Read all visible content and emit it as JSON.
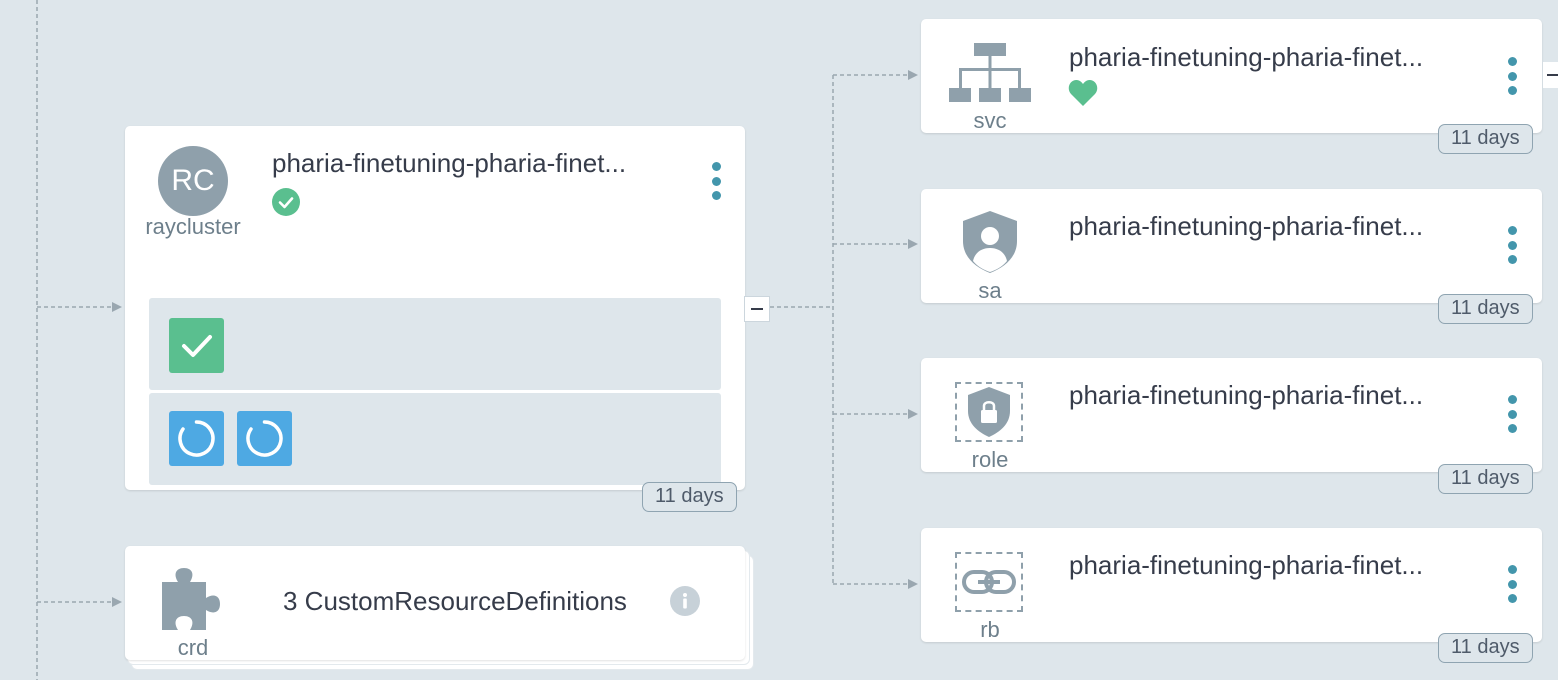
{
  "raycluster": {
    "abbrev": "RC",
    "kind": "raycluster",
    "name": "pharia-finetuning-pharia-finet...",
    "health": "healthy",
    "age": "11 days"
  },
  "crd_group": {
    "kind": "crd",
    "label": "3 CustomResourceDefinitions"
  },
  "children": [
    {
      "kind": "svc",
      "icon": "network-icon",
      "name": "pharia-finetuning-pharia-finet...",
      "health": "healthy",
      "age": "11 days"
    },
    {
      "kind": "sa",
      "icon": "user-shield-icon",
      "name": "pharia-finetuning-pharia-finet...",
      "age": "11 days"
    },
    {
      "kind": "role",
      "icon": "lock-shield-icon",
      "name": "pharia-finetuning-pharia-finet...",
      "age": "11 days"
    },
    {
      "kind": "rb",
      "icon": "link-icon",
      "name": "pharia-finetuning-pharia-finet...",
      "age": "11 days"
    }
  ],
  "colors": {
    "canvas": "#dee6eb",
    "healthy": "#5abf8f",
    "progressing": "#4ea9e3",
    "kebab": "#4396ac",
    "icon_gray": "#8fa0ab"
  }
}
